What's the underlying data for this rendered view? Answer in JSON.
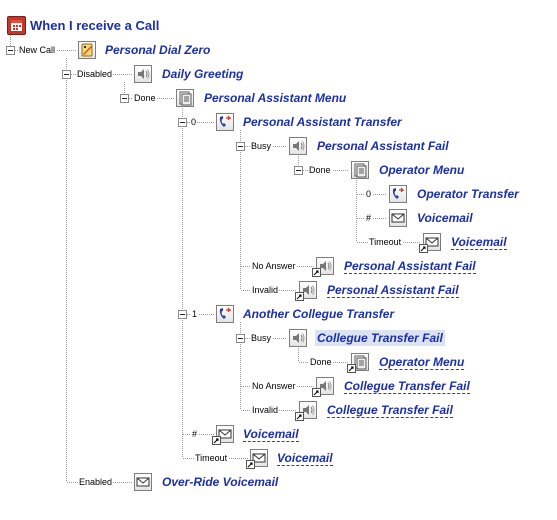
{
  "root": {
    "label": "When I receive a Call",
    "icon": "calendar-phone-icon"
  },
  "nodes": [
    {
      "branch": "New Call",
      "label": "Personal Dial Zero",
      "icon": "dial-pencil-icon",
      "link": false
    },
    {
      "branch": "Disabled",
      "label": "Daily Greeting",
      "icon": "speaker-icon",
      "link": false
    },
    {
      "branch": "Done",
      "label": "Personal Assistant Menu",
      "icon": "menu-icon",
      "link": false
    },
    {
      "branch": "0",
      "label": "Personal Assistant Transfer",
      "icon": "phone-transfer-icon",
      "link": false
    },
    {
      "branch": "Busy",
      "label": "Personal Assistant Fail",
      "icon": "speaker-icon",
      "link": false
    },
    {
      "branch": "Done",
      "label": "Operator Menu",
      "icon": "menu-icon",
      "link": false
    },
    {
      "branch": "0",
      "label": "Operator Transfer",
      "icon": "phone-transfer-icon",
      "link": false
    },
    {
      "branch": "#",
      "label": "Voicemail",
      "icon": "envelope-icon",
      "link": false
    },
    {
      "branch": "Timeout",
      "label": "Voicemail",
      "icon": "envelope-icon",
      "link": true
    },
    {
      "branch": "No Answer",
      "label": "Personal Assistant Fail",
      "icon": "speaker-icon",
      "link": true
    },
    {
      "branch": "Invalid",
      "label": "Personal Assistant Fail",
      "icon": "speaker-icon",
      "link": true
    },
    {
      "branch": "1",
      "label": "Another Collegue Transfer",
      "icon": "phone-transfer-icon",
      "link": false
    },
    {
      "branch": "Busy",
      "label": "Collegue Transfer Fail",
      "icon": "speaker-icon",
      "link": false,
      "selected": true
    },
    {
      "branch": "Done",
      "label": "Operator Menu",
      "icon": "menu-icon",
      "link": true
    },
    {
      "branch": "No Answer",
      "label": "Collegue Transfer Fail",
      "icon": "speaker-icon",
      "link": true
    },
    {
      "branch": "Invalid",
      "label": "Collegue Transfer Fail",
      "icon": "speaker-icon",
      "link": true
    },
    {
      "branch": "#",
      "label": "Voicemail",
      "icon": "envelope-icon",
      "link": true
    },
    {
      "branch": "Timeout",
      "label": "Voicemail",
      "icon": "envelope-icon",
      "link": true
    },
    {
      "branch": "Enabled",
      "label": "Over-Ride Voicemail",
      "icon": "envelope-icon",
      "link": false
    }
  ],
  "colors": {
    "label": "#1a2fa8",
    "selected_bg": "#dbe3f3",
    "guide": "#9a9a9a"
  }
}
